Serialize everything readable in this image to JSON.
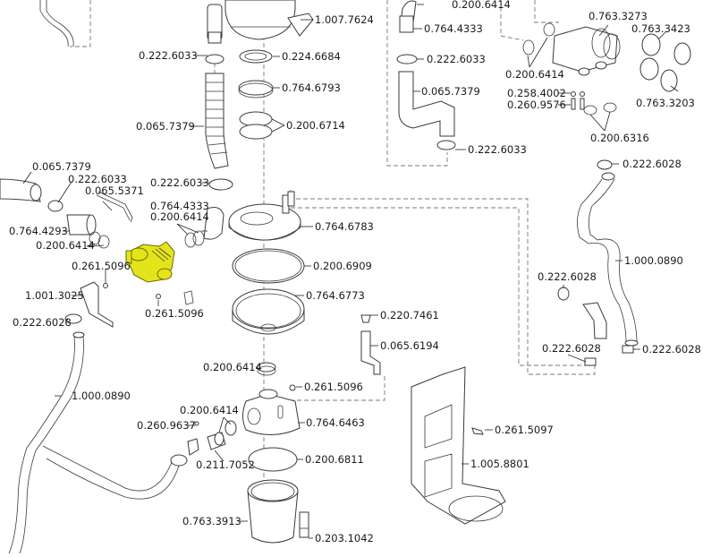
{
  "diagram": {
    "type": "exploded parts diagram",
    "highlight_color": "#e4e41a",
    "labels": [
      {
        "id": "l01",
        "text": "1.007.7624"
      },
      {
        "id": "l02",
        "text": "0.222.6033"
      },
      {
        "id": "l03",
        "text": "0.224.6684"
      },
      {
        "id": "l04",
        "text": "0.764.6793"
      },
      {
        "id": "l05",
        "text": "0.065.7379"
      },
      {
        "id": "l06",
        "text": "0.200.6714"
      },
      {
        "id": "l07",
        "text": "0.200.6414"
      },
      {
        "id": "l08",
        "text": "0.764.4333"
      },
      {
        "id": "l09",
        "text": "0.222.6033"
      },
      {
        "id": "l10",
        "text": "0.065.7379"
      },
      {
        "id": "l11",
        "text": "0.222.6033"
      },
      {
        "id": "l12",
        "text": "0.763.3273"
      },
      {
        "id": "l13",
        "text": "0.763.3423"
      },
      {
        "id": "l14",
        "text": "0.200.6414"
      },
      {
        "id": "l15",
        "text": "0.258.4002"
      },
      {
        "id": "l16",
        "text": "0.260.9576"
      },
      {
        "id": "l17",
        "text": "0.763.3203"
      },
      {
        "id": "l18",
        "text": "0.200.6316"
      },
      {
        "id": "l19",
        "text": "0.222.6028"
      },
      {
        "id": "l20",
        "text": "0.065.7379"
      },
      {
        "id": "l21",
        "text": "0.222.6033"
      },
      {
        "id": "l22",
        "text": "0.065.5371"
      },
      {
        "id": "l23",
        "text": "0.764.4293"
      },
      {
        "id": "l24",
        "text": "0.200.6414"
      },
      {
        "id": "l25",
        "text": "0.222.6033"
      },
      {
        "id": "l26",
        "text": "0.764.4333"
      },
      {
        "id": "l27",
        "text": "0.200.6414"
      },
      {
        "id": "l28",
        "text": "0.261.5096"
      },
      {
        "id": "l29",
        "text": "1.001.3025"
      },
      {
        "id": "l30",
        "text": "0.261.5096"
      },
      {
        "id": "l31",
        "text": "0.222.6028"
      },
      {
        "id": "l32",
        "text": "0.764.6783"
      },
      {
        "id": "l33",
        "text": "0.200.6909"
      },
      {
        "id": "l34",
        "text": "0.764.6773"
      },
      {
        "id": "l35",
        "text": "0.220.7461"
      },
      {
        "id": "l36",
        "text": "0.065.6194"
      },
      {
        "id": "l37",
        "text": "1.000.0890"
      },
      {
        "id": "l38",
        "text": "0.222.6028"
      },
      {
        "id": "l39",
        "text": "0.222.6028"
      },
      {
        "id": "l40",
        "text": "0.222.6028"
      },
      {
        "id": "l41",
        "text": "1.000.0890"
      },
      {
        "id": "l42",
        "text": "0.200.6414"
      },
      {
        "id": "l43",
        "text": "0.261.5096"
      },
      {
        "id": "l44",
        "text": "0.200.6414"
      },
      {
        "id": "l45",
        "text": "0.260.9637"
      },
      {
        "id": "l46",
        "text": "0.764.6463"
      },
      {
        "id": "l47",
        "text": "0.211.7052"
      },
      {
        "id": "l48",
        "text": "0.200.6811"
      },
      {
        "id": "l49",
        "text": "0.261.5097"
      },
      {
        "id": "l50",
        "text": "1.005.8801"
      },
      {
        "id": "l51",
        "text": "0.763.3913"
      },
      {
        "id": "l52",
        "text": "0.203.1042"
      }
    ]
  }
}
